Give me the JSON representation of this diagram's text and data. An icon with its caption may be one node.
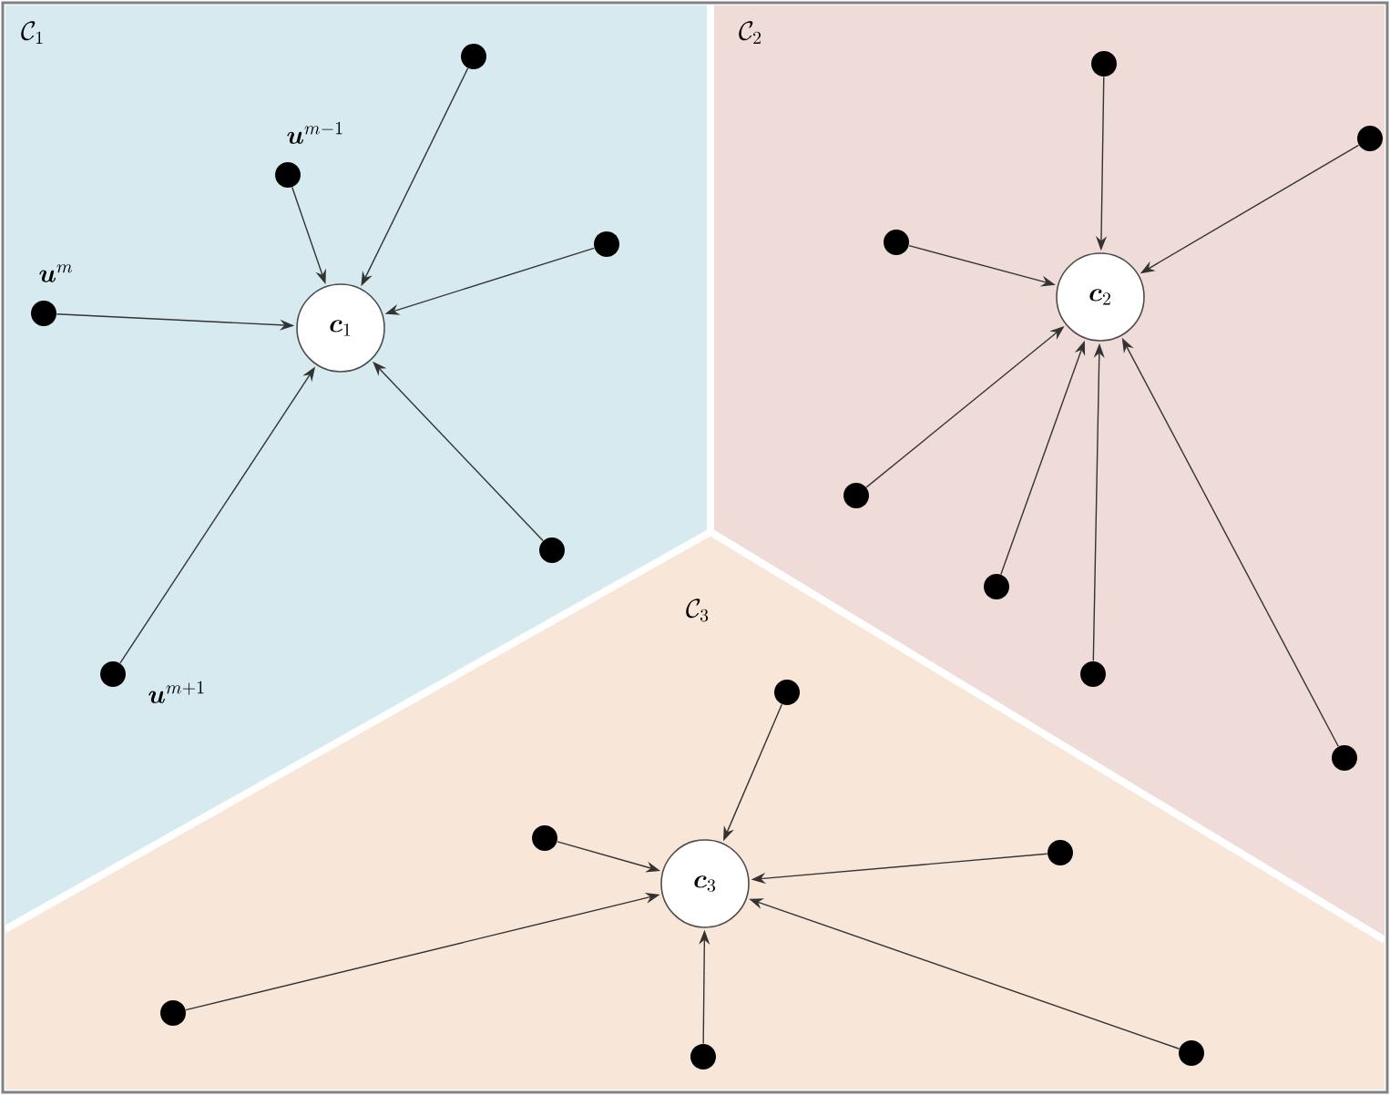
{
  "diagram": {
    "nodes": [
      {
        "text": [
          "\\boldsymbol{c}_1"
        ]
      },
      {
        "text": [],
        "shape": "circle"
      },
      {
        "text": [],
        "shape": "circle",
        "beside": [
          "\\boldsymbol{u}^{m-1}"
        ]
      },
      {
        "text": [],
        "shape": "circle"
      },
      {
        "text": [],
        "shape": "circle",
        "beside": [
          "\\boldsymbol{u}^{m}"
        ]
      },
      {
        "text": [],
        "shape": "circle"
      },
      {
        "text": [],
        "shape": "circle",
        "beside": [
          "\\boldsymbol{u}^{m+1}"
        ]
      },
      {
        "text": [
          "\\boldsymbol{c}_2"
        ]
      },
      {
        "text": [],
        "shape": "circle"
      },
      {
        "text": [],
        "shape": "circle"
      },
      {
        "text": [],
        "shape": "circle"
      },
      {
        "text": [],
        "shape": "circle"
      },
      {
        "text": [],
        "shape": "circle"
      },
      {
        "text": [],
        "shape": "circle"
      },
      {
        "text": [],
        "shape": "circle"
      },
      {
        "text": [
          "\\boldsymbol{c}_3"
        ]
      },
      {
        "text": [],
        "shape": "circle"
      },
      {
        "text": [],
        "shape": "circle"
      },
      {
        "text": [],
        "shape": "circle"
      },
      {
        "text": [],
        "shape": "circle"
      },
      {
        "text": [],
        "shape": "circle"
      },
      {
        "text": [],
        "shape": "circle"
      }
    ],
    "edges": [
      {
        "from": 1,
        "to": 0,
        "arrow": "to"
      },
      {
        "from": 2,
        "to": 0,
        "arrow": "to"
      },
      {
        "from": 3,
        "to": 0,
        "arrow": "to"
      },
      {
        "from": 4,
        "to": 0,
        "arrow": "to"
      },
      {
        "from": 5,
        "to": 0,
        "arrow": "to"
      },
      {
        "from": 6,
        "to": 0,
        "arrow": "to"
      },
      {
        "from": 8,
        "to": 7,
        "arrow": "to"
      },
      {
        "from": 9,
        "to": 7,
        "arrow": "to"
      },
      {
        "from": 10,
        "to": 7,
        "arrow": "to"
      },
      {
        "from": 11,
        "to": 7,
        "arrow": "to"
      },
      {
        "from": 12,
        "to": 7,
        "arrow": "to"
      },
      {
        "from": 13,
        "to": 7,
        "arrow": "to"
      },
      {
        "from": 14,
        "to": 7,
        "arrow": "to"
      },
      {
        "from": 16,
        "to": 15,
        "arrow": "to"
      },
      {
        "from": 17,
        "to": 15,
        "arrow": "to"
      },
      {
        "from": 18,
        "to": 15,
        "arrow": "to"
      },
      {
        "from": 19,
        "to": 15,
        "arrow": "to"
      },
      {
        "from": 20,
        "to": 15,
        "arrow": "to"
      },
      {
        "from": 21,
        "to": 15,
        "arrow": "to"
      }
    ],
    "labels": [
      "\\mathcal{C}_1",
      "\\mathcal{C}_2",
      "\\mathcal{C}_3"
    ]
  }
}
